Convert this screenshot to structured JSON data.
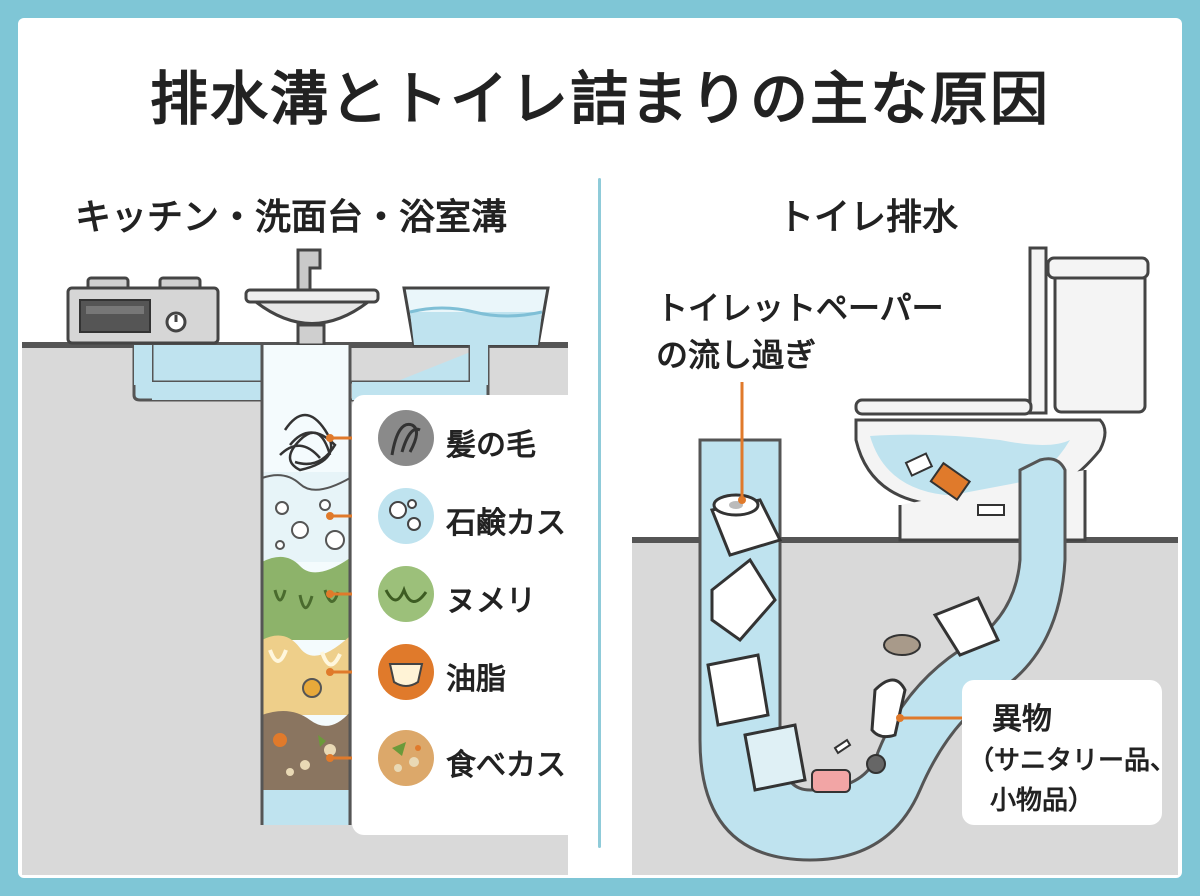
{
  "title": "排水溝とトイレ詰まりの主な原因",
  "left_section": {
    "heading": "キッチン・洗面台・浴室溝",
    "causes": [
      {
        "label": "髪の毛",
        "icon": "hair-icon"
      },
      {
        "label": "石鹸カス",
        "icon": "soap-scum-icon"
      },
      {
        "label": "ヌメリ",
        "icon": "slime-icon"
      },
      {
        "label": "油脂",
        "icon": "grease-icon"
      },
      {
        "label": "食べカス",
        "icon": "food-scraps-icon"
      }
    ]
  },
  "right_section": {
    "heading": "トイレ排水",
    "toilet_paper_label_line1": "トイレットペーパー",
    "toilet_paper_label_line2": "の流し過ぎ",
    "foreign_label_line1": "異物",
    "foreign_label_line2": "（サニタリー品、",
    "foreign_label_line3": "小物品）"
  },
  "colors": {
    "border": "#7fc6d6",
    "water": "#bfe3ef",
    "pipe_outline": "#555555",
    "accent_orange": "#e07a2b",
    "ground": "#d9d9d9"
  }
}
